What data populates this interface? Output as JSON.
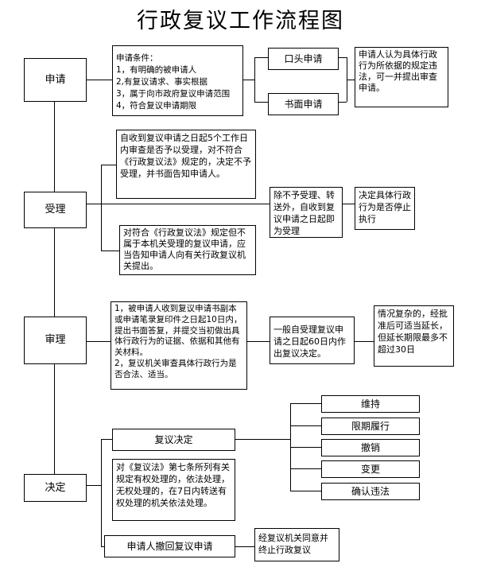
{
  "title": "行政复议工作流程图",
  "stages": {
    "apply": "申请",
    "accept": "受理",
    "review": "审理",
    "decide": "决定"
  },
  "apply": {
    "conditions": "申请条件：\n1，有明确的被申请人\n2,有复议请求、事实根据\n3，属于向市政府复议申请范围\n4，符合复议申请期限",
    "oral": "口头申请",
    "written": "书面申请",
    "note": "申请人认为具体行政行为所依据的规定违法，可一并提出审查申请。"
  },
  "accept": {
    "reject": "自收到复议申请之日起5个工作日内审查是否予以受理，对不符合《行政复议法》规定的，决定不予受理，并书面告知申请人。",
    "accepted": "除不予受理、转送外，自收到复议申请之日起即为受理",
    "suspend": "决定具体行政行为是否停止执行",
    "transfer": "对符合《行政复议法》规定但不属于本机关受理的复议申请，应当告知申请人向有关行政复议机关提出。"
  },
  "review": {
    "process": "1，被申请人收到复议申请书副本或申请笔录复印件之日起10日内，提出书面答复，并提交当初做出具体行政行为的证据、依据和其他有关材料。\n2，复议机关审查具体行政行为是否合法、适当。",
    "deadline": "一般自受理复议申请之日起60日内作出复议决定。",
    "extension": "情况复杂的，经批准后可适当延长，但延长期限最多不超过30日"
  },
  "decide": {
    "decision": "复议决定",
    "outcomes": [
      "维持",
      "限期履行",
      "撤销",
      "变更",
      "确认违法"
    ],
    "article7": "对《复议法》第七条所列有关规定有权处理的，依法处理，无权处理的，在7日内转送有权处理的机关依法处理。",
    "withdraw": "申请人撤回复议申请",
    "terminate": "经复议机关同意并终止行政复议"
  }
}
